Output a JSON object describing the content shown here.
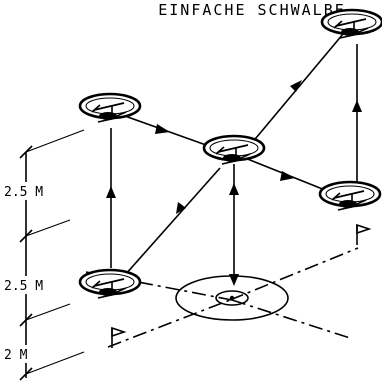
{
  "title": "EINFACHE SCHWALBE",
  "dimensions": [
    {
      "label": "2.5 M"
    },
    {
      "label": "2.5 M"
    },
    {
      "label": "2 M"
    }
  ],
  "colors": {
    "ink": "#000000",
    "background": "#ffffff"
  }
}
